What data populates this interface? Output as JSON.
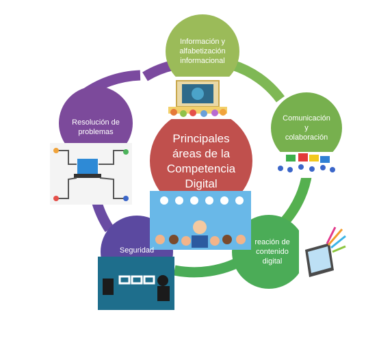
{
  "center": {
    "lines": [
      "Principales",
      "áreas de la",
      "Competencia",
      "Digital"
    ],
    "color": "#C0504D"
  },
  "nodes": [
    {
      "key": "info",
      "lines": [
        "Información y",
        "alfabetización",
        "informacional"
      ],
      "color": "#9BBB59"
    },
    {
      "key": "comm",
      "lines": [
        "Comunicación",
        "y",
        "colaboración"
      ],
      "color": "#77B04E"
    },
    {
      "key": "create",
      "lines": [
        "reación de",
        "contenido",
        "digital"
      ],
      "color": "#4BAC57"
    },
    {
      "key": "security",
      "lines": [
        "Seguridad"
      ],
      "color": "#5B49A0"
    },
    {
      "key": "problems",
      "lines": [
        "Resolución de",
        "problemas"
      ],
      "color": "#7C4A9B"
    }
  ],
  "colors": {
    "ring_top": "#7FB855",
    "ring_purple": "#7B4A9F",
    "ring_green": "#55B04F"
  },
  "images": {
    "info": "children-computer-illustration",
    "comm": "people-puzzle-illustration",
    "create": "laptop-creativity-illustration",
    "security": "cyber-thief-illustration",
    "problems": "circuit-laptop-illustration",
    "center": "digital-network-children-illustration"
  }
}
